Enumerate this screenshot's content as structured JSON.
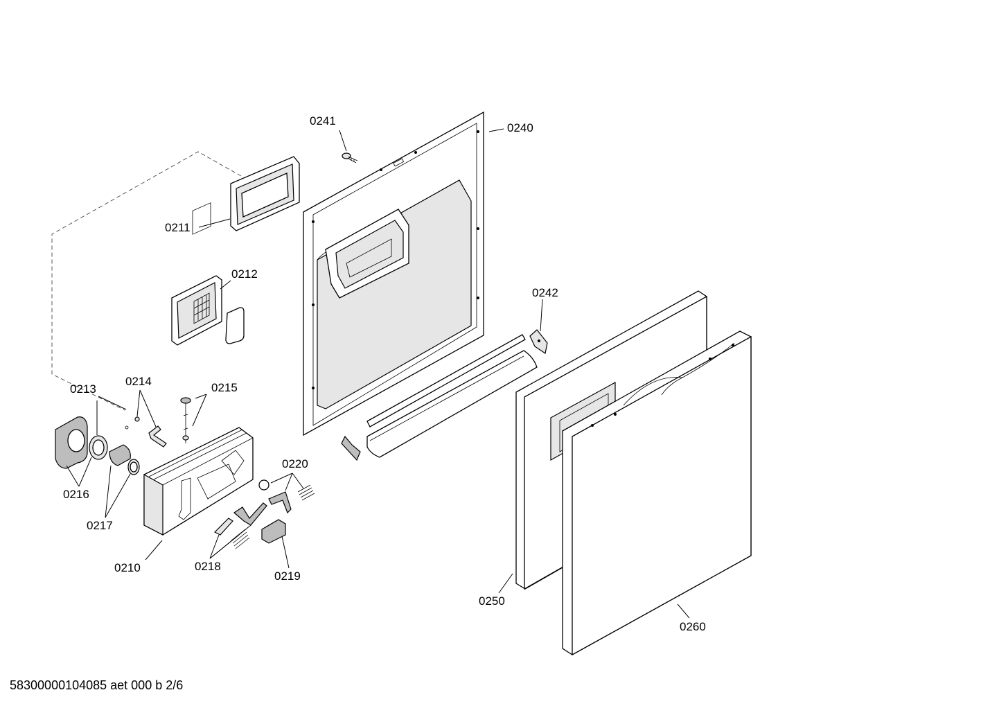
{
  "labels": {
    "p0241": "0241",
    "p0240": "0240",
    "p0211": "0211",
    "p0212": "0212",
    "p0242": "0242",
    "p0213": "0213",
    "p0214": "0214",
    "p0215": "0215",
    "p0220": "0220",
    "p0216": "0216",
    "p0217": "0217",
    "p0210": "0210",
    "p0218": "0218",
    "p0219": "0219",
    "p0250": "0250",
    "p0260": "0260"
  },
  "footer": "58300000104085 aet 000 b 2/6"
}
